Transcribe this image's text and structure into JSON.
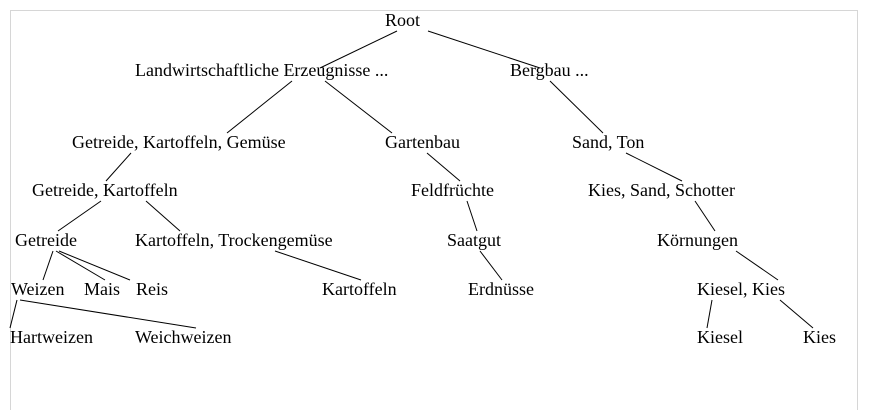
{
  "tree": {
    "nodes": [
      {
        "id": "root",
        "label": "Root"
      },
      {
        "id": "landwirtschaft",
        "label": "Landwirtschaftliche Erzeugnisse ..."
      },
      {
        "id": "bergbau",
        "label": "Bergbau ..."
      },
      {
        "id": "getreide-kartoffeln-gemuese",
        "label": "Getreide, Kartoffeln, Gemüse"
      },
      {
        "id": "gartenbau",
        "label": "Gartenbau"
      },
      {
        "id": "sand-ton",
        "label": "Sand, Ton"
      },
      {
        "id": "getreide-kartoffeln",
        "label": "Getreide, Kartoffeln"
      },
      {
        "id": "feldfruechte",
        "label": "Feldfrüchte"
      },
      {
        "id": "kies-sand-schotter",
        "label": "Kies, Sand, Schotter"
      },
      {
        "id": "getreide",
        "label": "Getreide"
      },
      {
        "id": "kartoffeln-trockengemuese",
        "label": "Kartoffeln, Trockengemüse"
      },
      {
        "id": "saatgut",
        "label": "Saatgut"
      },
      {
        "id": "koernungen",
        "label": "Körnungen"
      },
      {
        "id": "weizen",
        "label": "Weizen"
      },
      {
        "id": "mais",
        "label": "Mais"
      },
      {
        "id": "reis",
        "label": "Reis"
      },
      {
        "id": "kartoffeln",
        "label": "Kartoffeln"
      },
      {
        "id": "erdnuesse",
        "label": "Erdnüsse"
      },
      {
        "id": "kiesel-kies",
        "label": "Kiesel, Kies"
      },
      {
        "id": "hartweizen",
        "label": "Hartweizen"
      },
      {
        "id": "weichweizen",
        "label": "Weichweizen"
      },
      {
        "id": "kiesel",
        "label": "Kiesel"
      },
      {
        "id": "kies",
        "label": "Kies"
      }
    ],
    "edges": [
      [
        "root",
        "landwirtschaft"
      ],
      [
        "root",
        "bergbau"
      ],
      [
        "landwirtschaft",
        "getreide-kartoffeln-gemuese"
      ],
      [
        "landwirtschaft",
        "gartenbau"
      ],
      [
        "bergbau",
        "sand-ton"
      ],
      [
        "getreide-kartoffeln-gemuese",
        "getreide-kartoffeln"
      ],
      [
        "gartenbau",
        "feldfruechte"
      ],
      [
        "sand-ton",
        "kies-sand-schotter"
      ],
      [
        "getreide-kartoffeln",
        "getreide"
      ],
      [
        "getreide-kartoffeln",
        "kartoffeln-trockengemuese"
      ],
      [
        "feldfruechte",
        "saatgut"
      ],
      [
        "kies-sand-schotter",
        "koernungen"
      ],
      [
        "getreide",
        "weizen"
      ],
      [
        "getreide",
        "mais"
      ],
      [
        "getreide",
        "reis"
      ],
      [
        "kartoffeln-trockengemuese",
        "kartoffeln"
      ],
      [
        "saatgut",
        "erdnuesse"
      ],
      [
        "koernungen",
        "kiesel-kies"
      ],
      [
        "weizen",
        "hartweizen"
      ],
      [
        "weizen",
        "weichweizen"
      ],
      [
        "kiesel-kies",
        "kiesel"
      ],
      [
        "kiesel-kies",
        "kies"
      ]
    ]
  }
}
